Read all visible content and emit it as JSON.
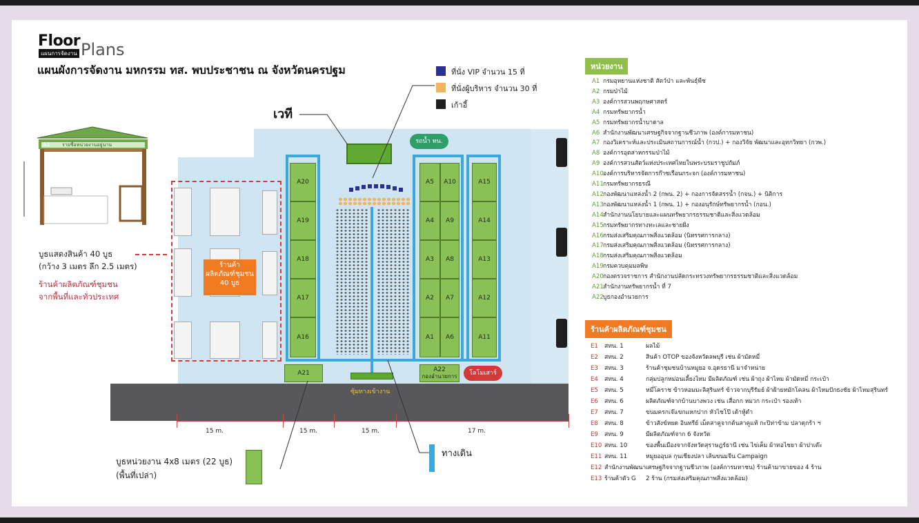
{
  "header": {
    "floor": "Floor",
    "plans": "Plans",
    "floor_sub": "แผนการจัดงาน",
    "title": "แผนผังการจัดงาน  มหกรรม ทส. พบประชาชน ณ จังหวัดนครปฐม"
  },
  "seat_legend": [
    {
      "label": "ที่นั่ง VIP จำนวน 15 ที่",
      "color": "#2b2f8f"
    },
    {
      "label": "ที่นั่งผู้บริหาร จำนวน 30 ที่",
      "color": "#f2b45e"
    },
    {
      "label": "เก้าอี้",
      "color": "#1e1e1e"
    }
  ],
  "stage_label": "เวที",
  "water_truck": "รถน้ำ ทน.",
  "mobile_unit": "โลโมเสาร์",
  "gate_label": "ซุ้มทางเข้างาน",
  "community_box": {
    "line1": "ร้านค้า",
    "line2": "ผลิตภัณฑ์ชุมชน",
    "line3": "40 บูธ"
  },
  "booth_note": {
    "line1": "บูธแสดงสินค้า 40 บูธ",
    "line2": "(กว้าง 3 เมตร ลึก 2.5 เมตร)",
    "line3": "ร้านค้าผลิตภัณฑ์ชุมชน",
    "line4": "จากพื้นที่และทั่วประเทศ"
  },
  "gazebo_sign": "A1",
  "gazebo_banner": "รายชื่อหน่วยงานอยู่นาน",
  "booths_left": [
    "A20",
    "A19",
    "A18",
    "A17",
    "A16"
  ],
  "booths_mid": [
    [
      "A5",
      "A10"
    ],
    [
      "A4",
      "A9"
    ],
    [
      "A3",
      "A8"
    ],
    [
      "A2",
      "A7"
    ],
    [
      "A1",
      "A6"
    ]
  ],
  "booths_right": [
    "A15",
    "A14",
    "A13",
    "A12",
    "A11"
  ],
  "booth_a21": "A21",
  "booth_a22": "A22",
  "booth_a22_sub": "กองอำนวยการ",
  "dimensions": [
    "15 m.",
    "15 m.",
    "15 m.",
    "17 m."
  ],
  "unit_booth_note": {
    "line1": "บูธหน่วยงาน 4x8 เมตร (22 บูธ)",
    "line2": "(พื้นที่เปล่า)"
  },
  "walkway_label": "ทางเดิน",
  "agencies": {
    "heading": "หน่วยงาน",
    "items": [
      {
        "code": "A1",
        "name": "กรมอุทยานแห่งชาติ สัตว์ป่า และพันธุ์พืช"
      },
      {
        "code": "A2",
        "name": "กรมป่าไม้"
      },
      {
        "code": "A3",
        "name": "องค์การสวนพฤกษศาสตร์"
      },
      {
        "code": "A4",
        "name": "กรมทรัพยากรน้ำ"
      },
      {
        "code": "A5",
        "name": "กรมทรัพยากรน้ำบาดาล"
      },
      {
        "code": "A6",
        "name": "สำนักงานพัฒนาเศรษฐกิจจากฐานชีวภาพ (องค์การมหาชน)"
      },
      {
        "code": "A7",
        "name": "กองวิเคราะห์และประเมินสถานการณ์น้ำ (กวป.) + กองวิจัย พัฒนาและอุทกวิทยา (กวพ.)"
      },
      {
        "code": "A8",
        "name": "องค์การอุตสาหกรรมป่าไม้"
      },
      {
        "code": "A9",
        "name": "องค์การสวนสัตว์แห่งประเทศไทยในพระบรมราชูปถัมภ์"
      },
      {
        "code": "A10",
        "name": "องค์การบริหารจัดการก๊าซเรือนกระจก (องค์การมหาชน)"
      },
      {
        "code": "A11",
        "name": "กรมทรัพยากรธรณี"
      },
      {
        "code": "A12",
        "name": "กองพัฒนาแหล่งน้ำ 2 (กพน. 2) + กองการจัดสรรน้ำ (กจน.) + นิติการ"
      },
      {
        "code": "A13",
        "name": "กองพัฒนาแหล่งน้ำ 1 (กพน. 1) + กองอนุรักษ์ทรัพยากรน้ำ (กอน.)"
      },
      {
        "code": "A14",
        "name": "สำนักงานนโยบายและแผนทรัพยากรธรรมชาติและสิ่งแวดล้อม"
      },
      {
        "code": "A15",
        "name": "กรมทรัพยากรทางทะเลและชายฝั่ง"
      },
      {
        "code": "A16",
        "name": "กรมส่งเสริมคุณภาพสิ่งแวดล้อม (นิทรรศการกลาง)"
      },
      {
        "code": "A17",
        "name": "กรมส่งเสริมคุณภาพสิ่งแวดล้อม (นิทรรศการกลาง)"
      },
      {
        "code": "A18",
        "name": "กรมส่งเสริมคุณภาพสิ่งแวดล้อม"
      },
      {
        "code": "A19",
        "name": "กรมควบคุมมลพิษ"
      },
      {
        "code": "A20",
        "name": "กองตรวจราชการ สำนักงานปลัดกระทรวงทรัพยากรธรรมชาติและสิ่งแวดล้อม"
      },
      {
        "code": "A21",
        "name": "สำนักงานทรัพยากรน้ำ ที่ 7"
      },
      {
        "code": "A22",
        "name": "บูธกองอำนวยการ"
      }
    ]
  },
  "community_shops": {
    "heading": "ร้านค้าผลิตภัณฑ์ชุมชน",
    "items": [
      {
        "code": "E1",
        "who": "สทน. 1",
        "desc": "ผลไม้"
      },
      {
        "code": "E2",
        "who": "สทน. 2",
        "desc": "สินค้า OTOP ของจังหวัดลพบุรี เช่น ผ้ามัดหมี่"
      },
      {
        "code": "E3",
        "who": "สทน. 3",
        "desc": "ร้านค้าชุมชนบ้านหมูยอ จ.อุดรธานี มาจำหน่าย"
      },
      {
        "code": "E4",
        "who": "สทน. 4",
        "desc": "กลุ่มปลูกหม่อนเลี้ยงไหม มีผลิตภัณฑ์ เช่น ผ้าถุง ผ้าไหม ผ้ามัดหมี่ กระเป๋า"
      },
      {
        "code": "E5",
        "who": "สทน. 5",
        "desc": "หมี่โคราช ข้าวหอมมะลิสุรินทร์ ข้าวจากบุรีรัมย์ ผ้าฝ้ายหมักโคลน ผ้าไหมปักธงชัย ผ้าไหมสุรินทร์"
      },
      {
        "code": "E6",
        "who": "สทน. 6",
        "desc": "ผลิตภัณฑ์จากบ้านบางพวง เช่น เสื่อกก หมวก กระเป๋า รองเท้า"
      },
      {
        "code": "E7",
        "who": "สทน. 7",
        "desc": "ขนมครกเจ๊แขกแหกปาก หัวไชโป๊ เต้าหู้ดำ"
      },
      {
        "code": "E8",
        "who": "สทน. 8",
        "desc": "ข้าวสังข์หยด อินทรีย์ เม็ดสาคูจากต้นสาคูแท้ กะปิท่าข้าม ปลาดุกร้า ฯ"
      },
      {
        "code": "E9",
        "who": "สทน. 9",
        "desc": "มีผลิตภัณฑ์จาก 6 จังหวัด"
      },
      {
        "code": "E10",
        "who": "สทน. 10",
        "desc": "ของพื้นเมืองจากจังหวัดสุราษฎร์ธานี เช่น ไข่เค็ม ผ้าทอไชยา ผ้าปาเต๊ะ"
      },
      {
        "code": "E11",
        "who": "สทน. 11",
        "desc": "หมูยออุบล กุนเชียงปลา เส้นขนมจีน Campaign"
      },
      {
        "code": "E12",
        "who": "",
        "desc": "สำนักงานพัฒนาเศรษฐกิจจากฐานชีวภาพ (องค์การมหาชน) ร้านค้ามาขายของ 4 ร้าน"
      },
      {
        "code": "E13",
        "who": "ร้านค้าตัว G",
        "desc": "2 ร้าน (กรมส่งเสริมคุณภาพสิ่งแวดล้อม)"
      }
    ]
  }
}
